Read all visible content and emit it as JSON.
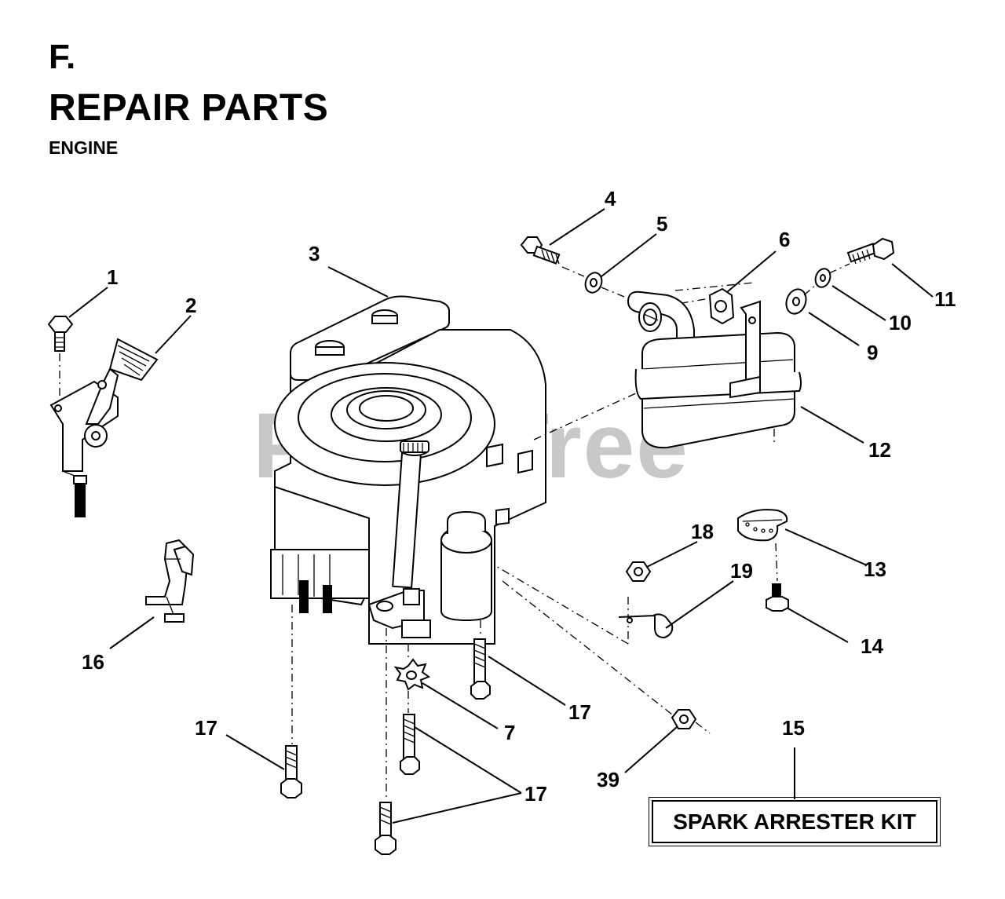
{
  "header": {
    "section_letter": "F.",
    "title": "REPAIR PARTS",
    "subtitle": "ENGINE"
  },
  "watermark": "PartsTree",
  "kit_label": "SPARK ARRESTER KIT",
  "callouts": {
    "c1": "1",
    "c2": "2",
    "c3": "3",
    "c4": "4",
    "c5": "5",
    "c6": "6",
    "c7": "7",
    "c9": "9",
    "c10": "10",
    "c11": "11",
    "c12": "12",
    "c13": "13",
    "c14": "14",
    "c15": "15",
    "c16": "16",
    "c17a": "17",
    "c17b": "17",
    "c17c": "17",
    "c18": "18",
    "c19": "19",
    "c39": "39"
  }
}
